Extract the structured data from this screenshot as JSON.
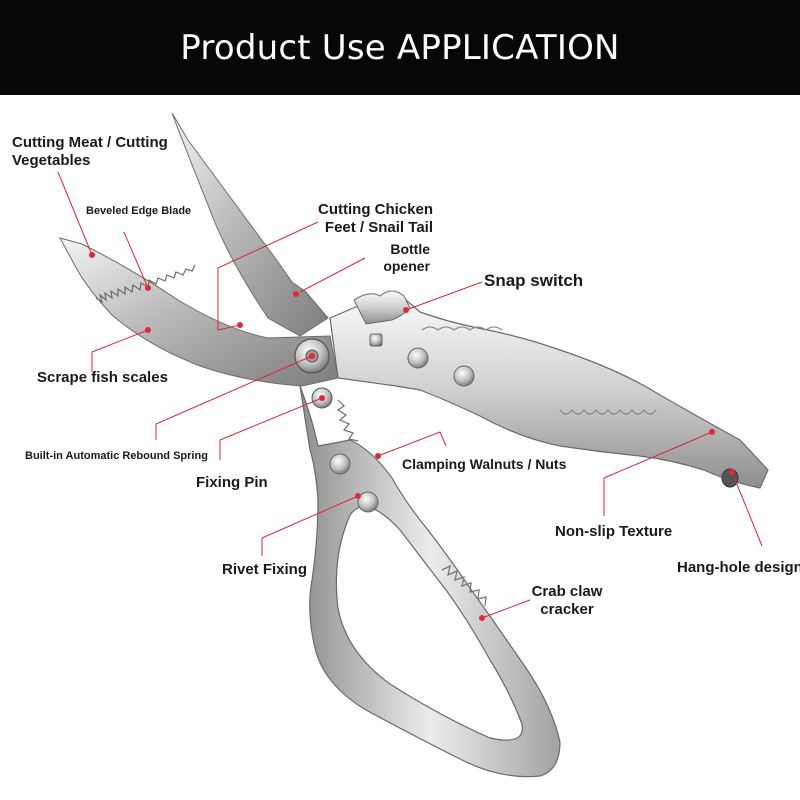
{
  "header": {
    "title": "Product Use APPLICATION"
  },
  "labels": {
    "cutting_meat": "Cutting Meat / Cutting\nVegetables",
    "beveled_edge": "Beveled Edge Blade",
    "cutting_chicken": "Cutting Chicken\nFeet / Snail Tail",
    "bottle_opener": "Bottle\nopener",
    "snap_switch": "Snap switch",
    "scrape_fish": "Scrape fish scales",
    "rebound_spring": "Built-in Automatic Rebound Spring",
    "fixing_pin": "Fixing Pin",
    "clamping_walnuts": "Clamping Walnuts / Nuts",
    "non_slip": "Non-slip Texture",
    "rivet_fixing": "Rivet Fixing",
    "hang_hole": "Hang-hole design",
    "crab_claw": "Crab claw\ncracker"
  },
  "colors": {
    "header_bg": "#070707",
    "header_text": "#ffffff",
    "callout_line": "#d9283a",
    "callout_dot": "#e02a3c",
    "label_text": "#1a1a1a"
  },
  "icons": {
    "product": "kitchen-scissors-illustration"
  }
}
